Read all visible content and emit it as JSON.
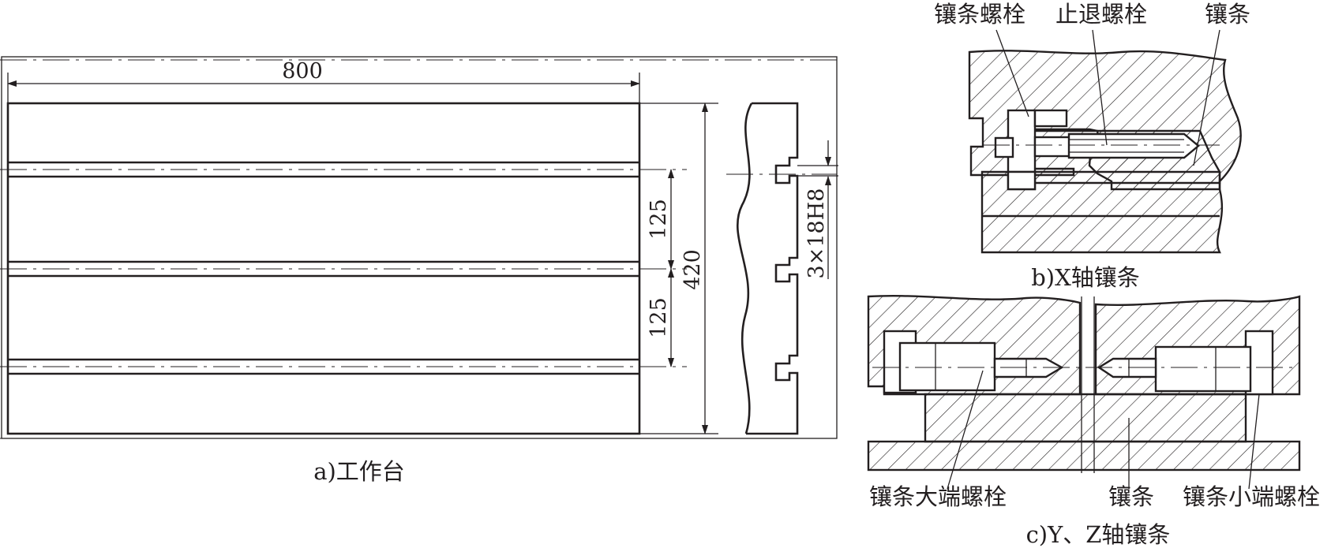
{
  "panel_a": {
    "caption": "a)工作台",
    "dim_length": "800",
    "dim_width": "420",
    "dim_slot_pitch_1": "125",
    "dim_slot_pitch_2": "125",
    "dim_slots": "3×18H8"
  },
  "panel_b": {
    "caption": "b)X轴镶条",
    "label_gib_bolt": "镶条螺栓",
    "label_stop_bolt": "止退螺栓",
    "label_gib": "镶条"
  },
  "panel_c": {
    "caption": "c)Y、Z轴镶条",
    "label_big_end_bolt": "镶条大端螺栓",
    "label_gib": "镶条",
    "label_small_end_bolt": "镶条小端螺栓"
  },
  "colors": {
    "ink": "#231f20",
    "paper": "#ffffff"
  }
}
